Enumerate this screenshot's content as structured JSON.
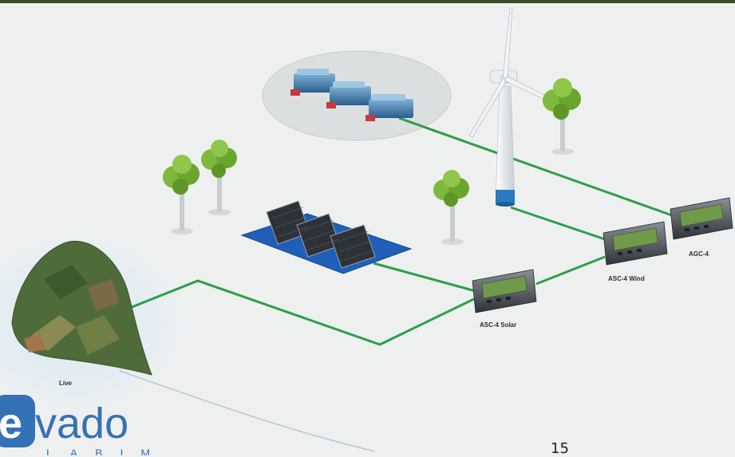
{
  "labels": {
    "solar_controller": "ASC-4 Solar",
    "wind_controller": "ASC-4 Wind",
    "main_controller": "AGC-4",
    "grid": "Live"
  },
  "page_number": "15",
  "logo": {
    "brand": "evado",
    "tagline": "LABIM"
  },
  "colors": {
    "background": "#eef0f0",
    "connection_line": "#2e9e4a",
    "logo_blue": "#3572b5",
    "solar_base": "#1f5fb8",
    "tree_canopy": "#7fb83c"
  }
}
